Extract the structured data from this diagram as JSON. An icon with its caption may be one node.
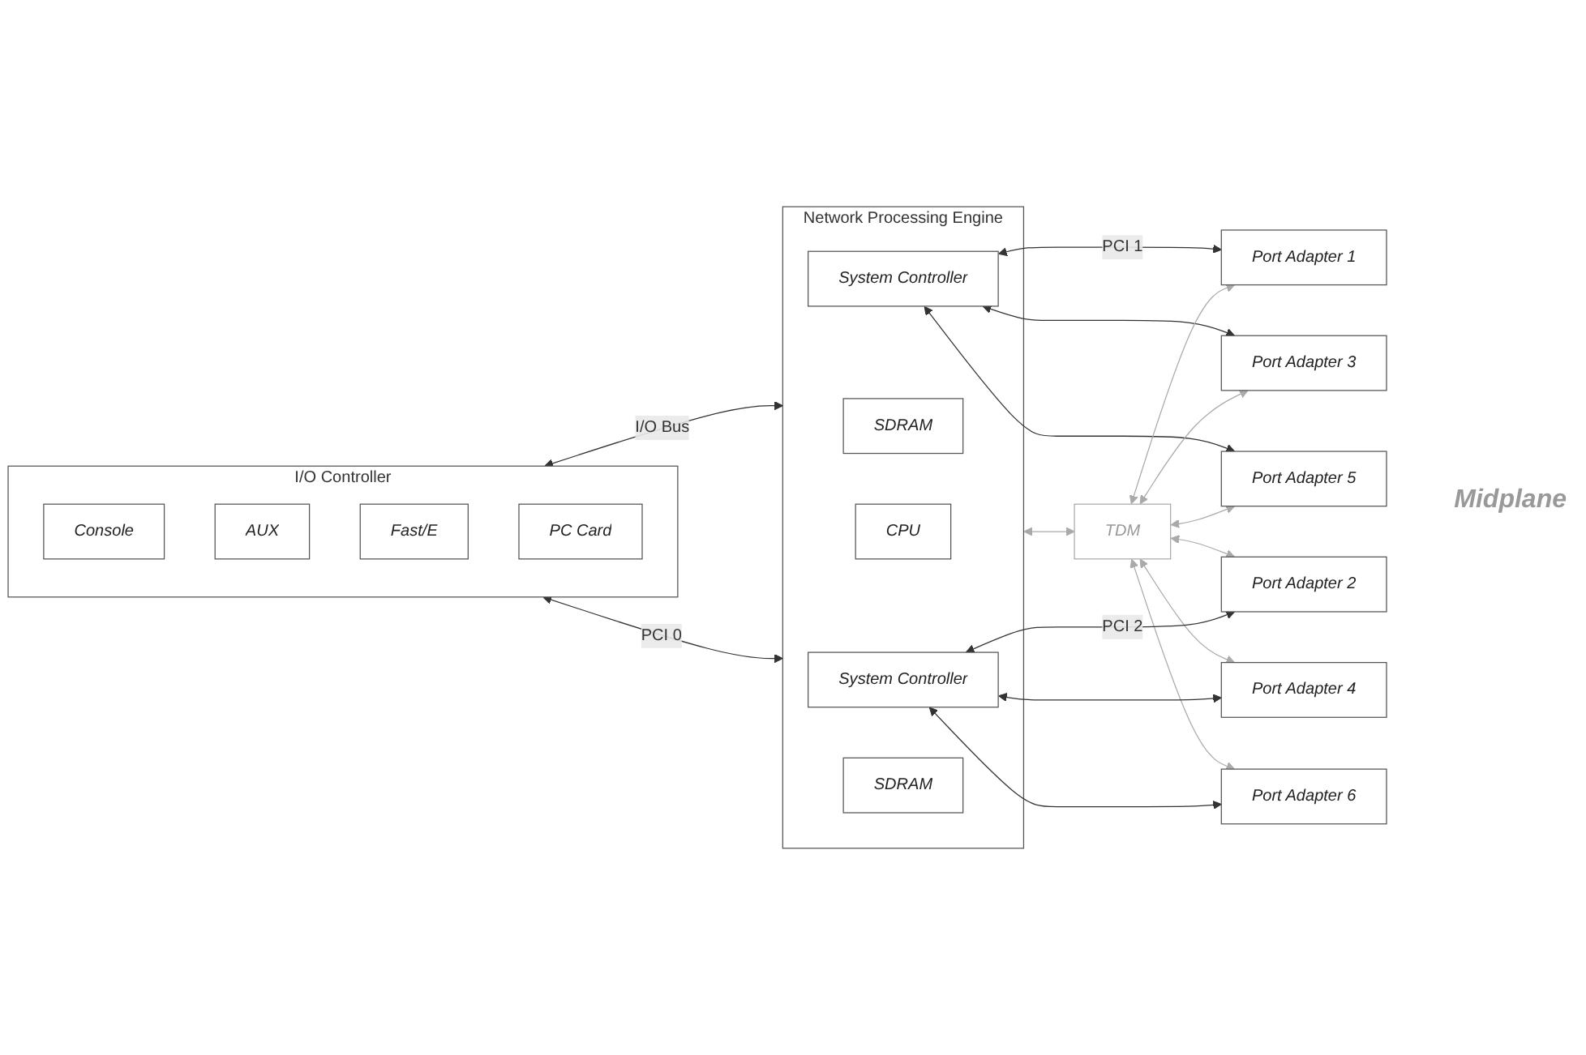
{
  "diagram": {
    "nodes": [
      {
        "text": [
          "I/O Controller"
        ]
      },
      {
        "text": [
          "Console"
        ],
        "in": 0
      },
      {
        "text": [
          "AUX"
        ],
        "in": 0
      },
      {
        "text": [
          "Fast/E"
        ],
        "in": 0
      },
      {
        "text": [
          "PC Card"
        ],
        "in": 0
      },
      {
        "text": [
          "Network Processing Engine"
        ]
      },
      {
        "text": [
          "CPU"
        ],
        "in": 5
      },
      {
        "text": [
          "SDRAM"
        ],
        "in": 5
      },
      {
        "text": [
          "System Controller"
        ],
        "in": 5
      },
      {
        "text": [
          "System Controller"
        ],
        "in": 5
      },
      {
        "text": [
          "SDRAM"
        ],
        "in": 5
      },
      {
        "text": [
          "TDM"
        ]
      },
      {
        "text": [
          "Port Adapter 1"
        ]
      },
      {
        "text": [
          "Port Adapter 3"
        ]
      },
      {
        "text": [
          "Port Adapter 5"
        ]
      },
      {
        "text": [
          "Port Adapter 2"
        ]
      },
      {
        "text": [
          "Port Adapter 4"
        ]
      },
      {
        "text": [
          "Port Adapter 6"
        ]
      }
    ],
    "edges": [
      {
        "from": 0,
        "to": 5,
        "arrow": "both",
        "label": "I/O Bus"
      },
      {
        "from": 0,
        "to": 5,
        "arrow": "both",
        "label": "PCI 0"
      },
      {
        "from": 8,
        "to": 12,
        "arrow": "both",
        "label": "PCI 1"
      },
      {
        "from": 8,
        "to": 13,
        "arrow": "both"
      },
      {
        "from": 8,
        "to": 14,
        "arrow": "both"
      },
      {
        "from": 5,
        "to": 11,
        "arrow": "both",
        "color": "#aaaaaa"
      },
      {
        "from": 11,
        "to": 12,
        "arrow": "both",
        "color": "#aaaaaa"
      },
      {
        "from": 11,
        "to": 13,
        "arrow": "both",
        "color": "#aaaaaa"
      },
      {
        "from": 11,
        "to": 14,
        "arrow": "both",
        "color": "#aaaaaa"
      },
      {
        "from": 11,
        "to": 15,
        "arrow": "both",
        "color": "#aaaaaa"
      },
      {
        "from": 11,
        "to": 16,
        "arrow": "both",
        "color": "#aaaaaa"
      },
      {
        "from": 11,
        "to": 17,
        "arrow": "both",
        "color": "#aaaaaa"
      },
      {
        "from": 9,
        "to": 15,
        "arrow": "both",
        "label": "PCI 2"
      },
      {
        "from": 9,
        "to": 16,
        "arrow": "both"
      },
      {
        "from": 9,
        "to": 17,
        "arrow": "both"
      }
    ],
    "labels": [
      "Midplane"
    ]
  }
}
